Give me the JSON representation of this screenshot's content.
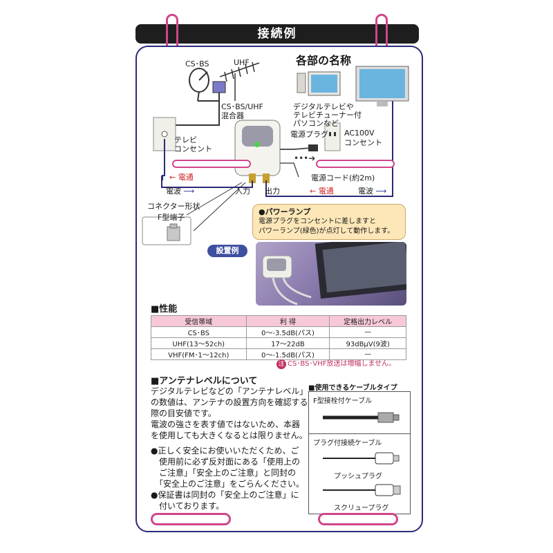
{
  "header": {
    "title": "接続例"
  },
  "diagram": {
    "section_title": "各部の名称",
    "labels": {
      "csbs": "CS･BS",
      "uhf": "UHF",
      "mixer_line1": "CS･BS/UHF",
      "mixer_line2": "混合器",
      "outlet_line1": "テレビ",
      "outlet_line2": "コンセント",
      "tv_line1": "デジタルテレビや",
      "tv_line2": "テレビチューナー付",
      "tv_line3": "パソコンなど",
      "plug": "電源プラグ",
      "ac_line1": "AC100V",
      "ac_line2": "コンセント",
      "cord": "電源コード(約2m)",
      "current_left": "電通",
      "wave_left": "電波",
      "input": "入力",
      "output": "出力",
      "current_right": "電通",
      "wave_right": "電波",
      "connector_shape": "コネクター形状",
      "f_terminal": "F型端子"
    }
  },
  "callout": {
    "title": "●パワーランプ",
    "line1": "電源プラグをコンセントに差しますと",
    "line2": "パワーランプ(緑色)が点灯して動作します。"
  },
  "install": {
    "label": "設置例"
  },
  "performance": {
    "heading": "■性能",
    "columns": [
      "受信帯域",
      "利 得",
      "定格出力レベル"
    ],
    "rows": [
      [
        "CS･BS",
        "0～-3.5dB(パス)",
        "—"
      ],
      [
        "UHF(13～52ch)",
        "17～22dB",
        "93dBμV(9波)"
      ],
      [
        "VHF(FM･1～12ch)",
        "0～-1.5dB(パス)",
        "—"
      ]
    ],
    "note_mark": "注",
    "note": "CS･BS･VHF放送は増幅しません。"
  },
  "antenna": {
    "heading": "■アンテナレベルについて",
    "lines": [
      "デジタルテレビなどの「アンテナレベル」",
      "の数値は、アンテナの設置方向を確認する",
      "際の目安値です。",
      "電波の強さを表す値ではないため、本器",
      "を使用しても大きくなるとは限りません。"
    ],
    "bullets": [
      "●正しく安全にお使いいただくため、ご",
      "　使用前に必ず反対面にある「使用上の",
      "　ご注意」「安全上のご注意」と同封の",
      "　「安全上のご注意」をごらんください。",
      "●保証書は同封の「安全上のご注意」に",
      "　付いております。"
    ]
  },
  "cables": {
    "heading": "■使用できるケーブルタイプ",
    "type1": "F型接栓付ケーブル",
    "type2": "プラグ付接続ケーブル",
    "push": "プッシュプラグ",
    "screw": "スクリュープラグ"
  },
  "colors": {
    "accent_pink": "#d0458a",
    "frame_blue": "#2a2a7a",
    "arrow_red": "#d02020",
    "arrow_blue": "#2030a0"
  }
}
